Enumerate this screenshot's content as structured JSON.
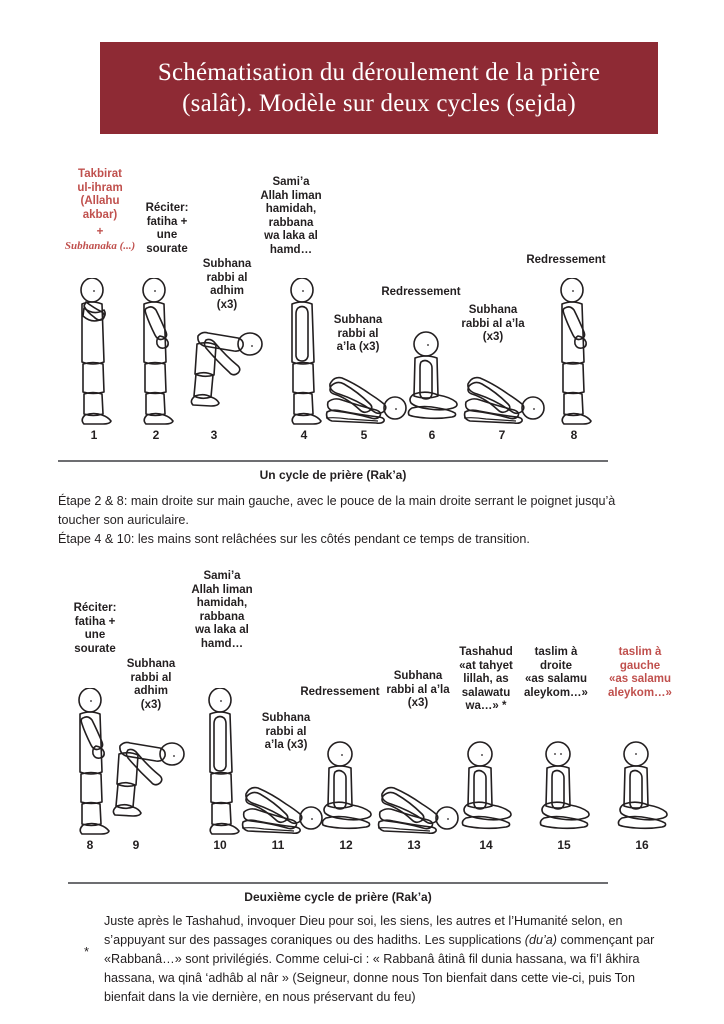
{
  "title": {
    "line1": "Schématisation du déroulement de la prière",
    "line2": "(salât). Modèle sur deux  cycles  (sejda)",
    "bar_color": "#8e2a34",
    "text_color": "#ffffff"
  },
  "accent_red": "#c0504d",
  "cycle1": {
    "labels": {
      "takbirat": "Takbirat\nul-ihram\n(Allahu\nakbar)",
      "plus": "+",
      "subhanaka": "Subhanaka (...)",
      "reciter": "Réciter:\nfatiha +\nune\nsourate",
      "subhana_adhim": "Subhana\nrabbi al\nadhim\n(x3)",
      "samia": "Sami’a\nAllah liman\nhamidah,\nrabbana\nwa laka al\nhamd…",
      "subhana_ala_1": "Subhana\nrabbi al\na’la (x3)",
      "redressement_1": "Redressement",
      "subhana_ala_2": "Subhana\nrabbi al a’la\n(x3)",
      "redressement_2": "Redressement"
    },
    "numbers": [
      "1",
      "2",
      "3",
      "4",
      "5",
      "6",
      "7",
      "8"
    ],
    "poses": [
      "standing-hands-folded",
      "standing-hands-side",
      "ruku-bowing",
      "standing-straight",
      "sujud-prostration",
      "jalsa-sitting",
      "sujud-prostration",
      "standing-hands-folded"
    ]
  },
  "divider1": {
    "caption": "Un cycle  de prière (Rak’a)",
    "note": "Étape 2 & 8: main droite sur main gauche, avec le pouce de la main droite serrant le poignet jusqu’à toucher son auriculaire.\nÉtape 4 & 10: les mains sont relâchées sur les côtés pendant ce temps de transition."
  },
  "cycle2": {
    "labels": {
      "reciter": "Réciter:\nfatiha +\nune\nsourate",
      "subhana_adhim": "Subhana\nrabbi al\nadhim\n(x3)",
      "samia": "Sami’a\nAllah liman\nhamidah,\nrabbana\nwa laka al\nhamd…",
      "subhana_ala_1": "Subhana\nrabbi al\na’la (x3)",
      "redressement": "Redressement",
      "subhana_ala_2": "Subhana\nrabbi al a’la\n(x3)",
      "tashahud": "Tashahud\n«at tahyet\nlillah, as\nsalawatu\nwa…» *",
      "taslim_droite": "taslim à\ndroite\n«as salamu\naleykom…»",
      "taslim_gauche": "taslim à\ngauche\n«as salamu\naleykom…»"
    },
    "numbers": [
      "8",
      "9",
      "10",
      "11",
      "12",
      "13",
      "14",
      "15",
      "16"
    ],
    "poses": [
      "standing-hands-folded",
      "ruku-bowing",
      "standing-straight",
      "sujud-prostration",
      "jalsa-sitting",
      "sujud-prostration",
      "jalsa-sitting",
      "jalsa-sitting-right",
      "jalsa-sitting-left"
    ]
  },
  "divider2": {
    "caption": "Deuxième cycle  de prière (Rak’a)",
    "asterisk": "*",
    "note_l1": "Juste après le Tashahud, invoquer Dieu pour soi, les siens, les autres et l’Humanité selon, en",
    "note_l2_a": "s’appuyant sur des passages coraniques ou des hadiths. Les supplications ",
    "note_l2_it": "(du’a)",
    "note_l2_b": " commençant",
    "note_l3": "par «Rabbanâ…» sont privilégiés. Comme celui-ci : « Rabbanâ âtinâ fil dunia hassana, wa fi’l",
    "note_l4": "âkhira hassana, wa qinâ ‘adhâb al nâr »  (Seigneur, donne nous Ton bienfait dans cette vie-ci,",
    "note_l5": "puis Ton bienfait dans la vie dernière, en nous préservant du feu)"
  }
}
